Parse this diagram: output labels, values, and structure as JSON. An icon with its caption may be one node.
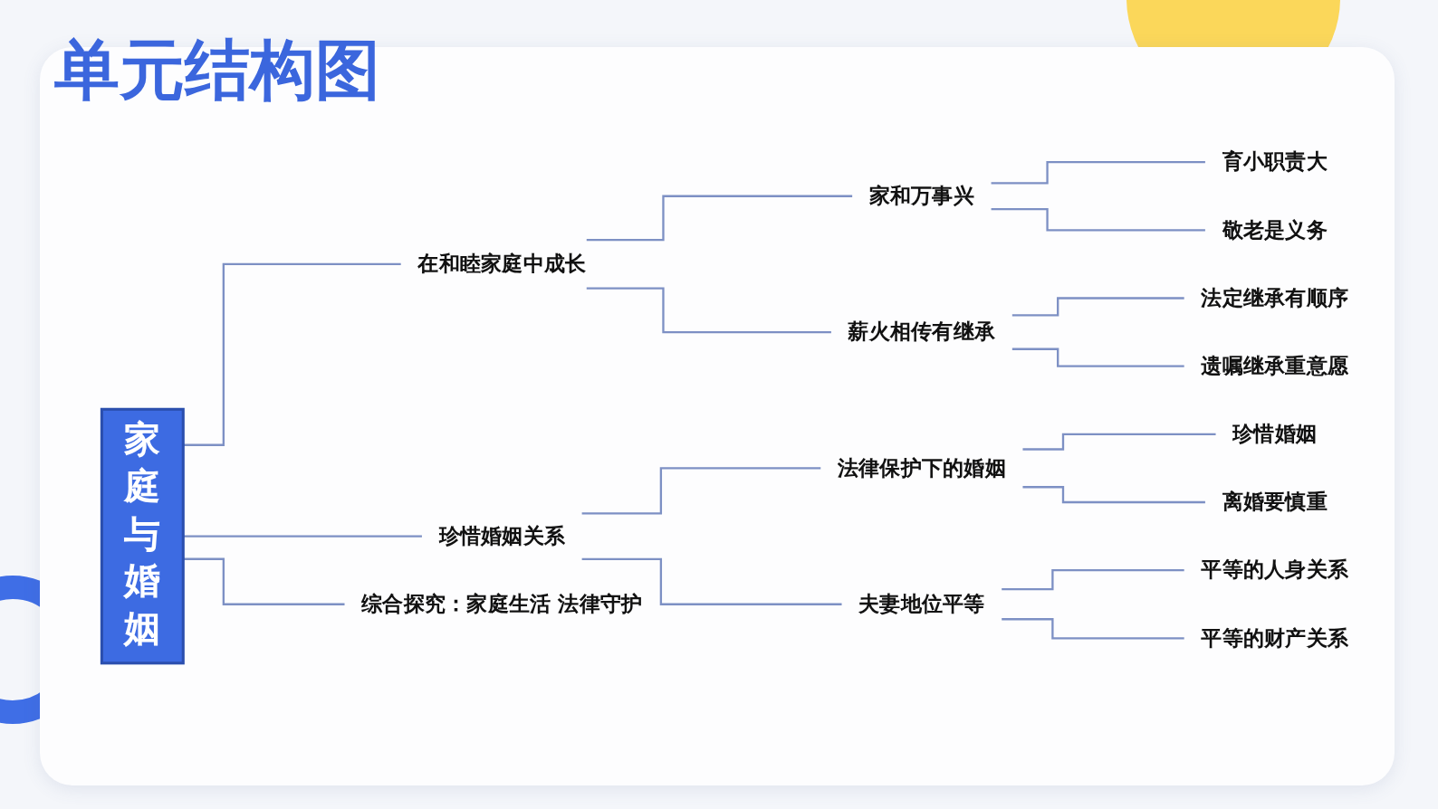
{
  "diagram": {
    "title": "单元结构图",
    "nodes": [
      {
        "text": [
          "家庭与婚姻"
        ]
      },
      {
        "text": [
          "在和睦家庭中成长"
        ]
      },
      {
        "text": [
          "家和万事兴"
        ]
      },
      {
        "text": [
          "育小职责大"
        ]
      },
      {
        "text": [
          "敬老是义务"
        ]
      },
      {
        "text": [
          "薪火相传有继承"
        ]
      },
      {
        "text": [
          "法定继承有顺序"
        ]
      },
      {
        "text": [
          "遗嘱继承重意愿"
        ]
      },
      {
        "text": [
          "珍惜婚姻关系"
        ]
      },
      {
        "text": [
          "法律保护下的婚姻"
        ]
      },
      {
        "text": [
          "珍惜婚姻"
        ]
      },
      {
        "text": [
          "离婚要慎重"
        ]
      },
      {
        "text": [
          "夫妻地位平等"
        ]
      },
      {
        "text": [
          "平等的人身关系"
        ]
      },
      {
        "text": [
          "平等的财产关系"
        ]
      },
      {
        "text": [
          "综合探究：家庭生活 法律守护"
        ]
      }
    ],
    "edges": [
      {
        "from": 0,
        "to": 1,
        "arrow": "none"
      },
      {
        "from": 1,
        "to": 2,
        "arrow": "none"
      },
      {
        "from": 2,
        "to": 3,
        "arrow": "none"
      },
      {
        "from": 2,
        "to": 4,
        "arrow": "none"
      },
      {
        "from": 1,
        "to": 5,
        "arrow": "none"
      },
      {
        "from": 5,
        "to": 6,
        "arrow": "none"
      },
      {
        "from": 5,
        "to": 7,
        "arrow": "none"
      },
      {
        "from": 0,
        "to": 8,
        "arrow": "none"
      },
      {
        "from": 8,
        "to": 9,
        "arrow": "none"
      },
      {
        "from": 9,
        "to": 10,
        "arrow": "none"
      },
      {
        "from": 9,
        "to": 11,
        "arrow": "none"
      },
      {
        "from": 8,
        "to": 12,
        "arrow": "none"
      },
      {
        "from": 12,
        "to": 13,
        "arrow": "none"
      },
      {
        "from": 12,
        "to": 14,
        "arrow": "none"
      },
      {
        "from": 0,
        "to": 15,
        "arrow": "none"
      }
    ]
  }
}
